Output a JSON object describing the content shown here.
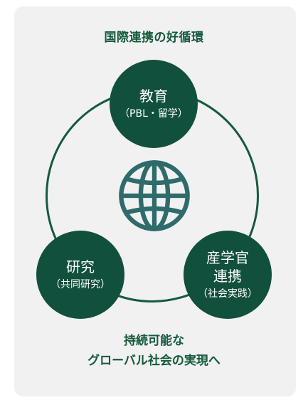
{
  "title": "国際連携の好循環",
  "nodes": {
    "education": {
      "main": "教育",
      "sub": "（PBL・留学）"
    },
    "research": {
      "main": "研究",
      "sub": "（共同研究）"
    },
    "industry": {
      "main_line1": "産学官",
      "main_line2": "連携",
      "sub": "（社会実践）"
    }
  },
  "center_icon": "globe-icon",
  "footer": {
    "line1": "持続可能な",
    "line2": "グローバル社会の実現へ"
  },
  "colors": {
    "background": "#f1f1f1",
    "node_fill": "#11503c",
    "accent": "#145a3c",
    "globe": "#2f6b6b"
  }
}
